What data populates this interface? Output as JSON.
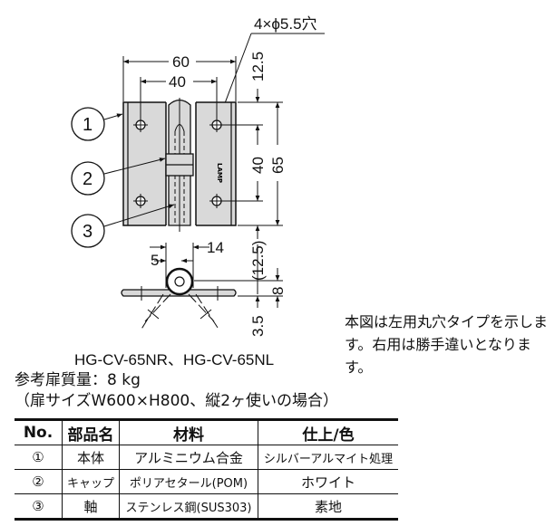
{
  "drawing": {
    "hole_spec": "4×ϕ5.5穴",
    "dimensions": {
      "overall_width": "60",
      "hole_pitch_h": "40",
      "top_offset": "12.5",
      "hole_pitch_v": "40",
      "overall_height": "65",
      "knuckle_width": "14",
      "pin_offset": "5",
      "bottom_offset": "(12.5)",
      "thickness_total": "8",
      "plate_thickness": "3.5"
    },
    "callouts": [
      "1",
      "2",
      "3"
    ],
    "logo_text": "LAMP",
    "body_color": "#d9d9d9"
  },
  "note": "本図は左用丸穴タイプを示します。右用は勝手違いとなります。",
  "model": "HG-CV-65NR、HG-CV-65NL",
  "weight": "参考扉質量：8 kg",
  "weight_note": "（扉サイズW600×H800、縦2ヶ使いの場合）",
  "table": {
    "headers": [
      "No.",
      "部品名",
      "材料",
      "仕上/色"
    ],
    "rows": [
      [
        "①",
        "本体",
        "アルミニウム合金",
        "シルバーアルマイト処理"
      ],
      [
        "②",
        "キャップ",
        "ポリアセタール(POM)",
        "ホワイト"
      ],
      [
        "③",
        "軸",
        "ステンレス鋼(SUS303)",
        "素地"
      ]
    ]
  }
}
